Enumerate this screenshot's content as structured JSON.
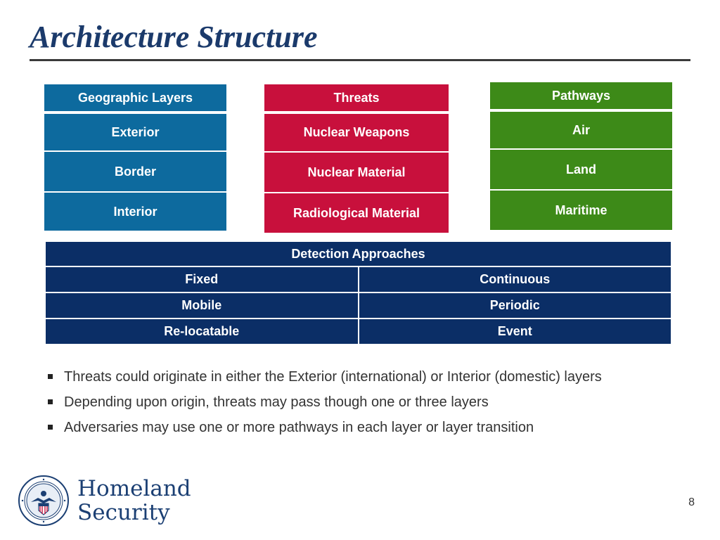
{
  "slide": {
    "title": "Architecture Structure",
    "page_number": "8"
  },
  "colors": {
    "title": "#1b3a6b",
    "geographic": "#0d6a9e",
    "threats": "#c8103c",
    "pathways": "#3d8a18",
    "detection": "#0b2e66"
  },
  "geographic_layers": {
    "header": "Geographic Layers",
    "items": [
      "Exterior",
      "Border",
      "Interior"
    ]
  },
  "threats": {
    "header": "Threats",
    "items": [
      "Nuclear Weapons",
      "Nuclear Material",
      "Radiological Material"
    ]
  },
  "pathways": {
    "header": "Pathways",
    "items": [
      "Air",
      "Land",
      "Maritime"
    ]
  },
  "detection": {
    "header": "Detection Approaches",
    "rows": [
      [
        "Fixed",
        "Continuous"
      ],
      [
        "Mobile",
        "Periodic"
      ],
      [
        "Re-locatable",
        "Event"
      ]
    ]
  },
  "bullets": [
    "Threats could originate in either the Exterior (international) or Interior (domestic) layers",
    "Depending upon origin, threats may pass though one or three layers",
    "Adversaries may use one or more pathways in each layer or layer transition"
  ],
  "logo": {
    "line1": "Homeland",
    "line2": "Security",
    "seal_icon": "dhs-seal-icon"
  }
}
